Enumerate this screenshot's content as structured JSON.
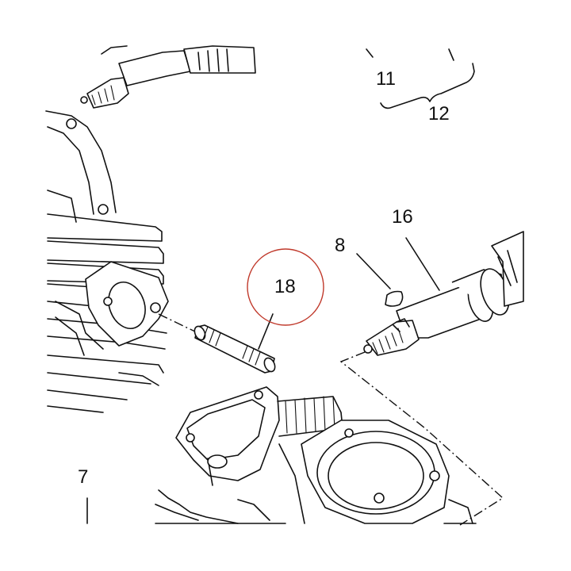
{
  "callouts": {
    "c11": "11",
    "c12": "12",
    "c16": "16",
    "c8": "8",
    "c18": "18",
    "c7": "7"
  },
  "colors": {
    "line": "#111111",
    "highlight_circle": "#c0392b",
    "background": "#ffffff"
  }
}
